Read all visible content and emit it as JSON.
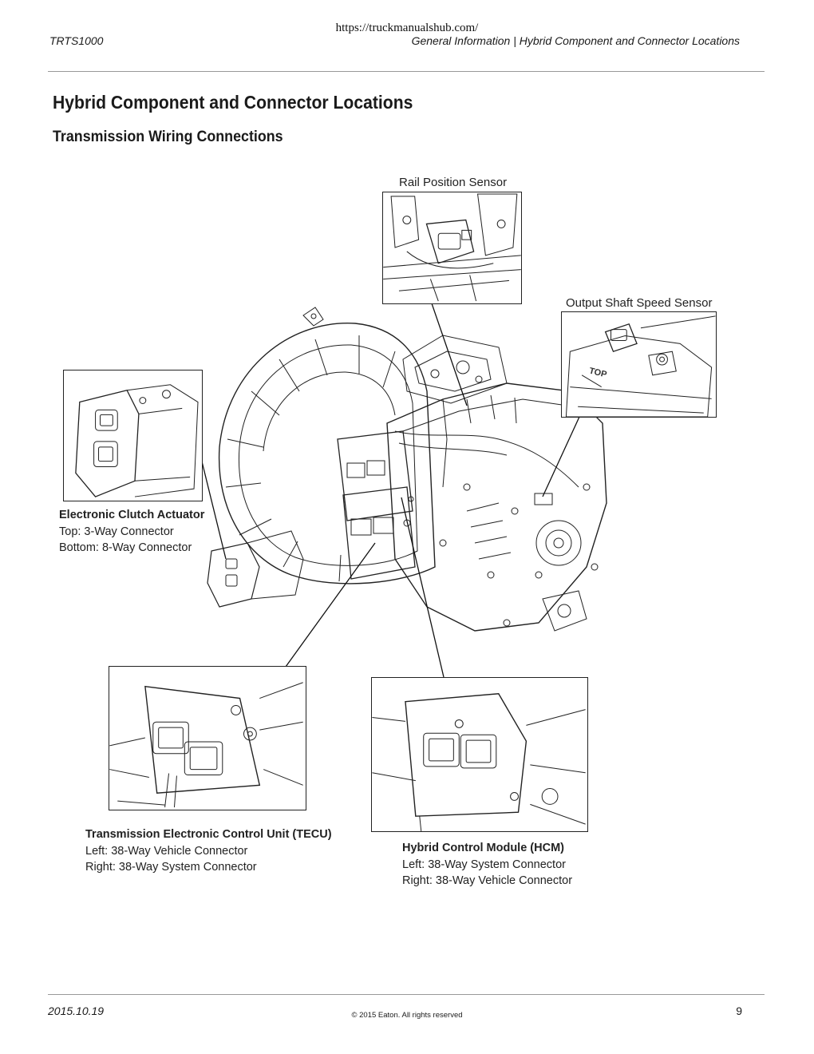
{
  "watermark_url": "https://truckmanualshub.com/",
  "header": {
    "doc_code": "TRTS1000",
    "section": "General Information | Hybrid Component and Connector Locations"
  },
  "title": "Hybrid Component and Connector Locations",
  "subtitle": "Transmission Wiring Connections",
  "callouts": {
    "rail_position_sensor": "Rail Position Sensor",
    "output_shaft_speed_sensor": "Output Shaft Speed Sensor",
    "top_mark": "TOP",
    "eca": {
      "title": "Electronic Clutch Actuator",
      "line1": "Top: 3-Way Connector",
      "line2": "Bottom: 8-Way Connector"
    },
    "tecu": {
      "title": "Transmission Electronic Control Unit (TECU)",
      "line1": "Left: 38-Way Vehicle Connector",
      "line2": "Right: 38-Way System Connector"
    },
    "hcm": {
      "title": "Hybrid Control Module (HCM)",
      "line1": "Left: 38-Way System Connector",
      "line2": "Right: 38-Way Vehicle Connector"
    }
  },
  "footer": {
    "date": "2015.10.19",
    "copyright": "© 2015 Eaton. All rights reserved",
    "page": "9"
  }
}
